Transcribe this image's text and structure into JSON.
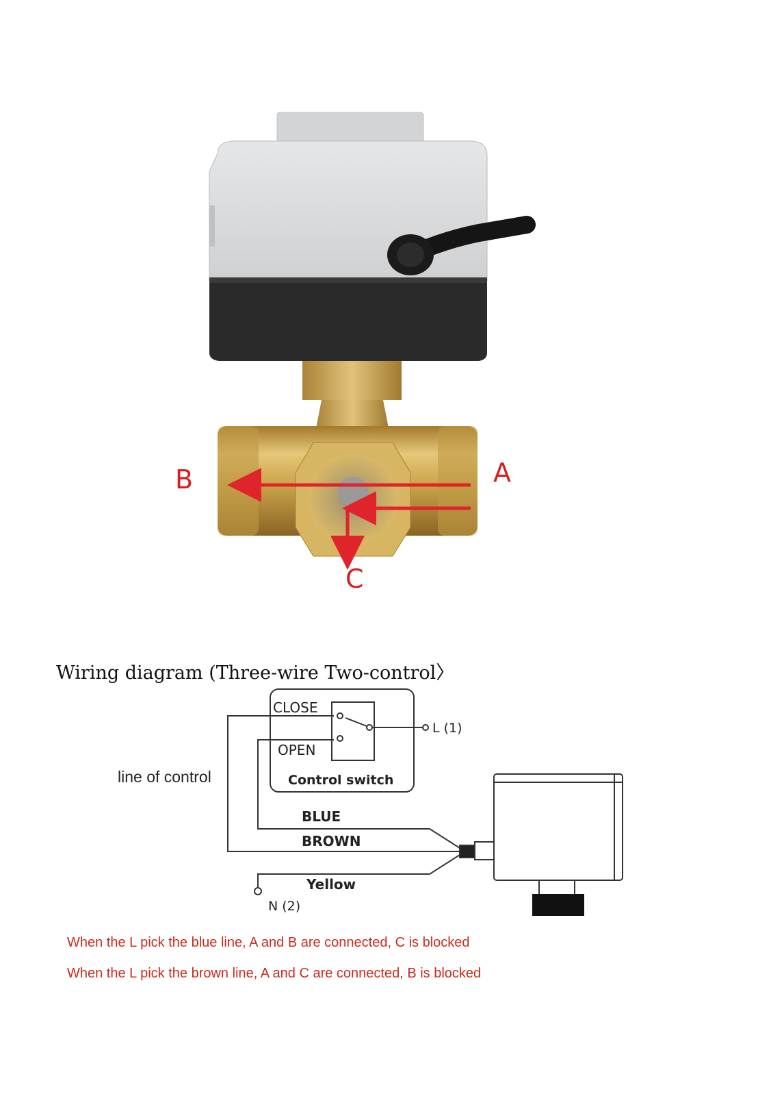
{
  "valve": {
    "port_a": "A",
    "port_b": "B",
    "port_c": "C"
  },
  "wiring": {
    "title": "Wiring diagram (Three-wire Two-control〉",
    "line_of_control": "line of control",
    "close": "CLOSE",
    "open": "OPEN",
    "control_switch": "Control switch",
    "live": "L (1)",
    "blue": "BLUE",
    "brown": "BROWN",
    "yellow": "Yellow",
    "neutral": "N (2)"
  },
  "notes": {
    "blue_line": "When the L pick the blue line, A and B are connected, C is blocked",
    "brown_line": "When the L pick the brown line, A and C are connected, B is blocked"
  },
  "colors": {
    "arrow": "#e0242c",
    "note_text": "#cc2a1a",
    "brass": "#c9a24a",
    "actuator_grey": "#d9dadb",
    "actuator_black": "#262626"
  }
}
